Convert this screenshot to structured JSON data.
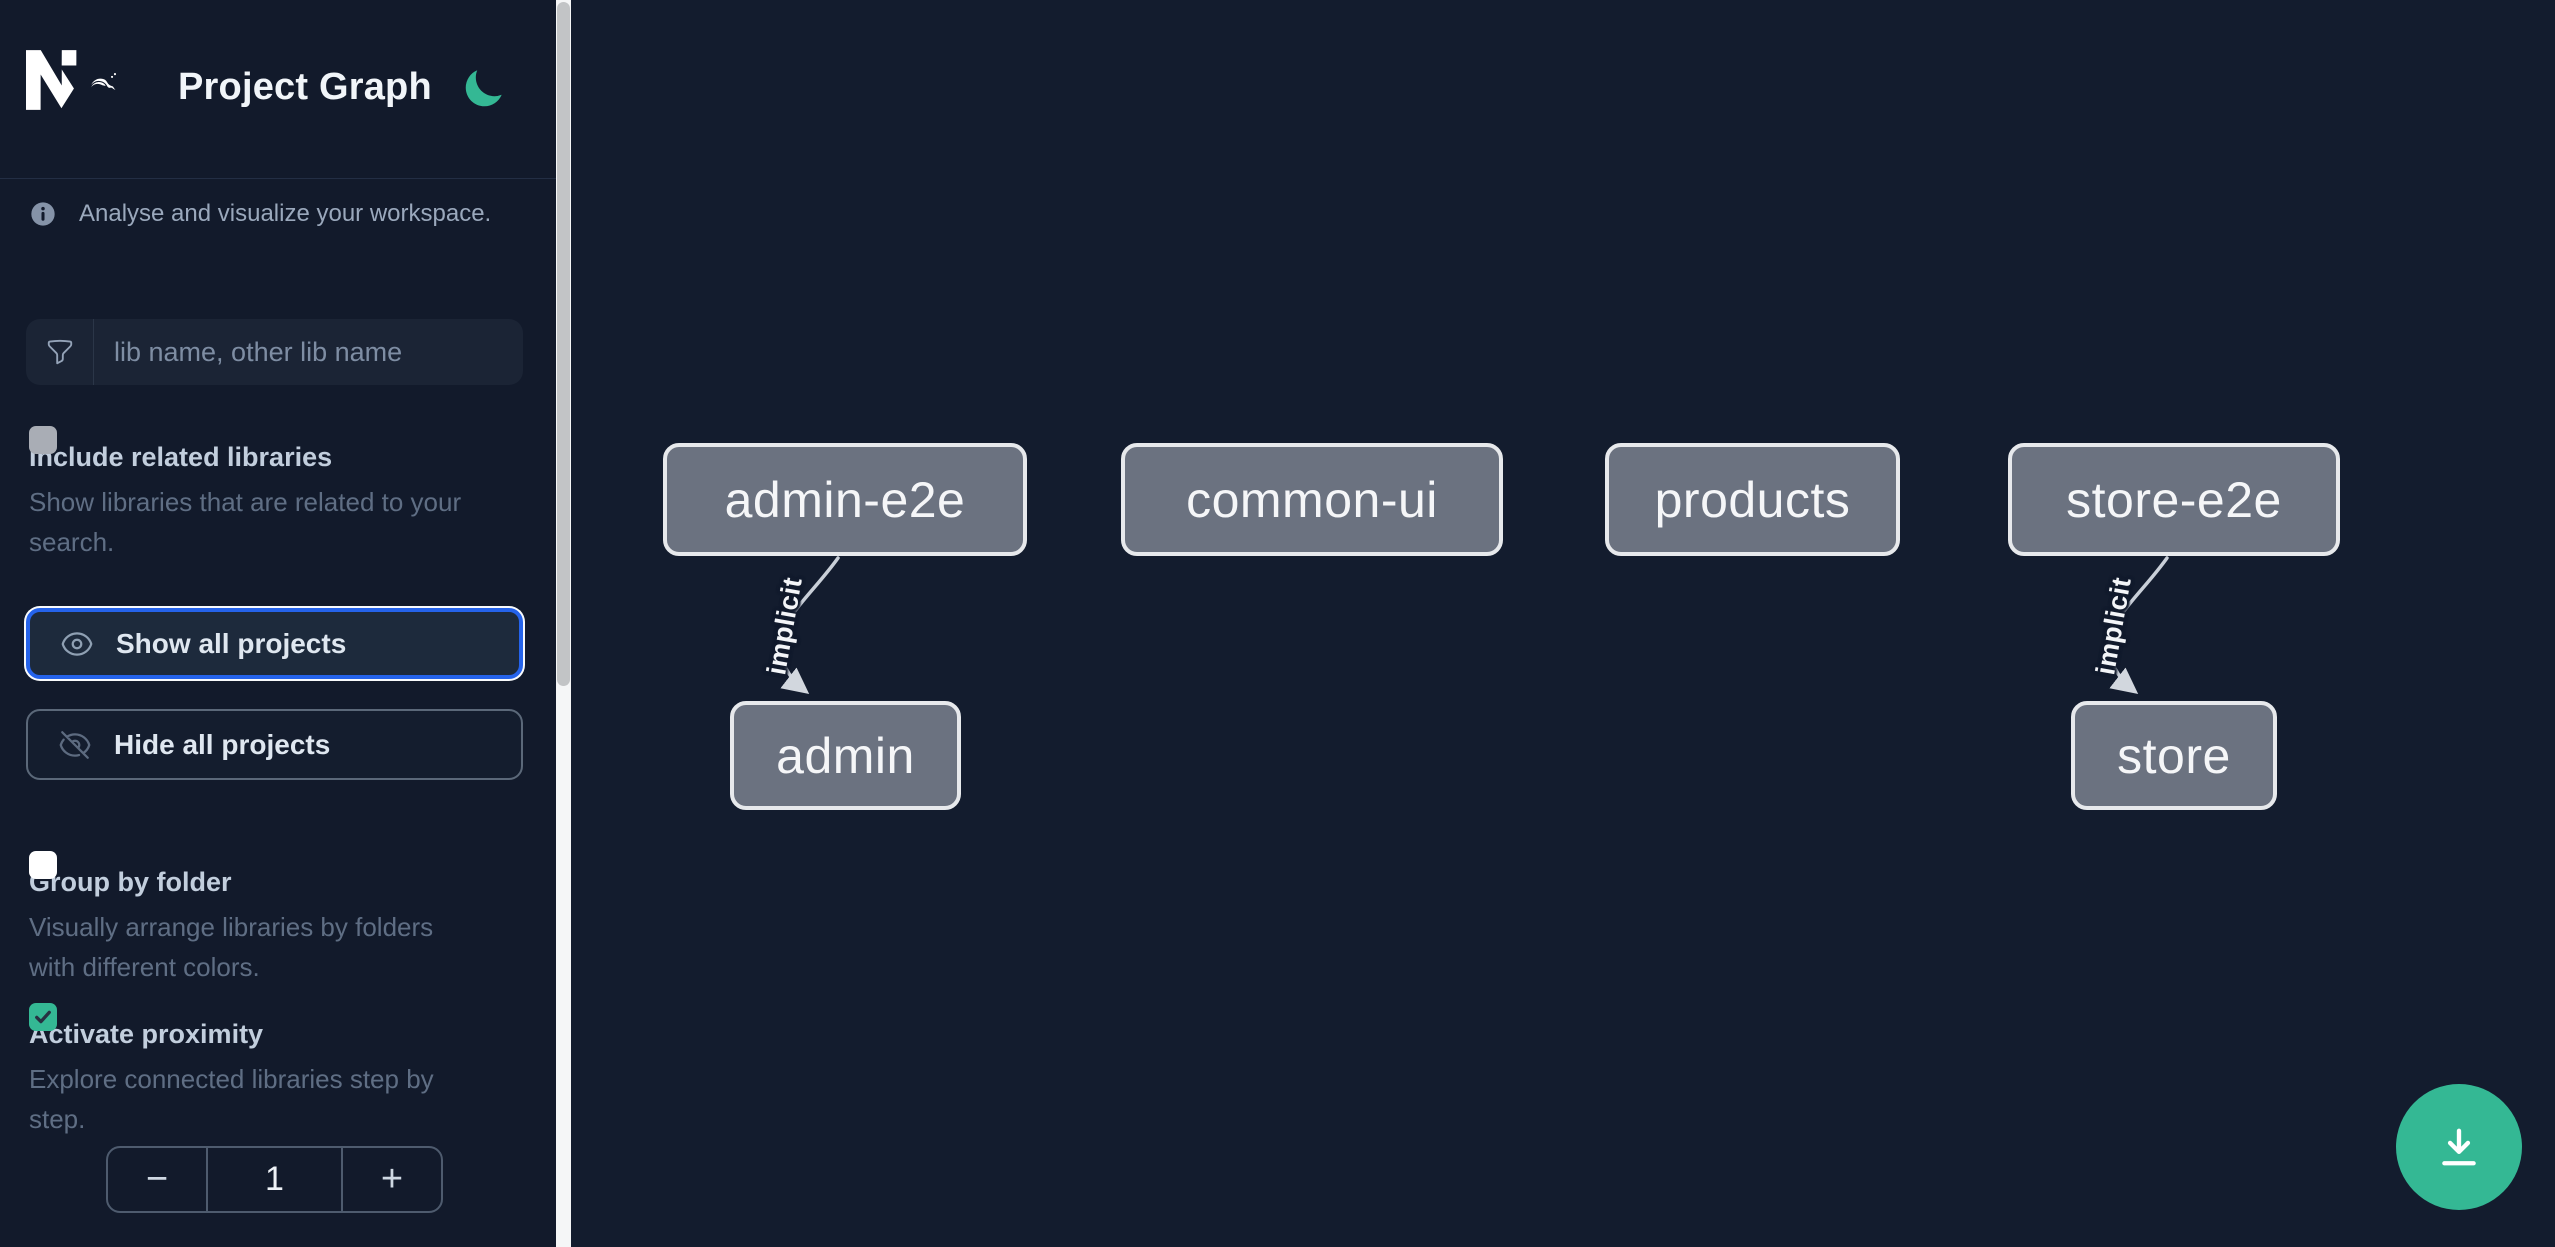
{
  "app": {
    "title": "Project Graph"
  },
  "header": {
    "theme_toggle_icon": "moon-icon"
  },
  "sidebar": {
    "tagline": "Analyse and visualize your workspace.",
    "filter": {
      "placeholder": "lib name, other lib name",
      "value": ""
    },
    "toggles": [
      {
        "label": "Include related libraries",
        "description": "Show libraries that are related to your search.",
        "checked": false,
        "disabled": true
      },
      {
        "label": "Group by folder",
        "description": "Visually arrange libraries by folders with different colors.",
        "checked": false,
        "disabled": false
      },
      {
        "label": "Activate proximity",
        "description": "Explore connected libraries step by step.",
        "checked": true,
        "disabled": false
      }
    ],
    "actions": [
      {
        "label": "Show all projects",
        "icon": "eye-icon",
        "focused": true
      },
      {
        "label": "Hide all projects",
        "icon": "eye-slash-icon",
        "focused": false
      }
    ],
    "stepper": {
      "decrement": "−",
      "value": "1",
      "increment": "+"
    }
  },
  "graph": {
    "nodes": [
      {
        "id": "admin-e2e",
        "label": "admin-e2e"
      },
      {
        "id": "common-ui",
        "label": "common-ui"
      },
      {
        "id": "products",
        "label": "products"
      },
      {
        "id": "store-e2e",
        "label": "store-e2e"
      },
      {
        "id": "admin",
        "label": "admin"
      },
      {
        "id": "store",
        "label": "store"
      }
    ],
    "edges": [
      {
        "from": "admin-e2e",
        "to": "admin",
        "label": "implicit"
      },
      {
        "from": "store-e2e",
        "to": "store",
        "label": "implicit"
      }
    ]
  },
  "fab": {
    "icon": "download-icon"
  },
  "colors": {
    "accent_green": "#34b894",
    "focus_blue": "#2563eb",
    "node_fill": "#6b7280",
    "node_border": "#e7e9ec",
    "edge": "#c9cfd8",
    "sidebar_bg": "#121a2b",
    "canvas_bg": "#131c2e"
  }
}
